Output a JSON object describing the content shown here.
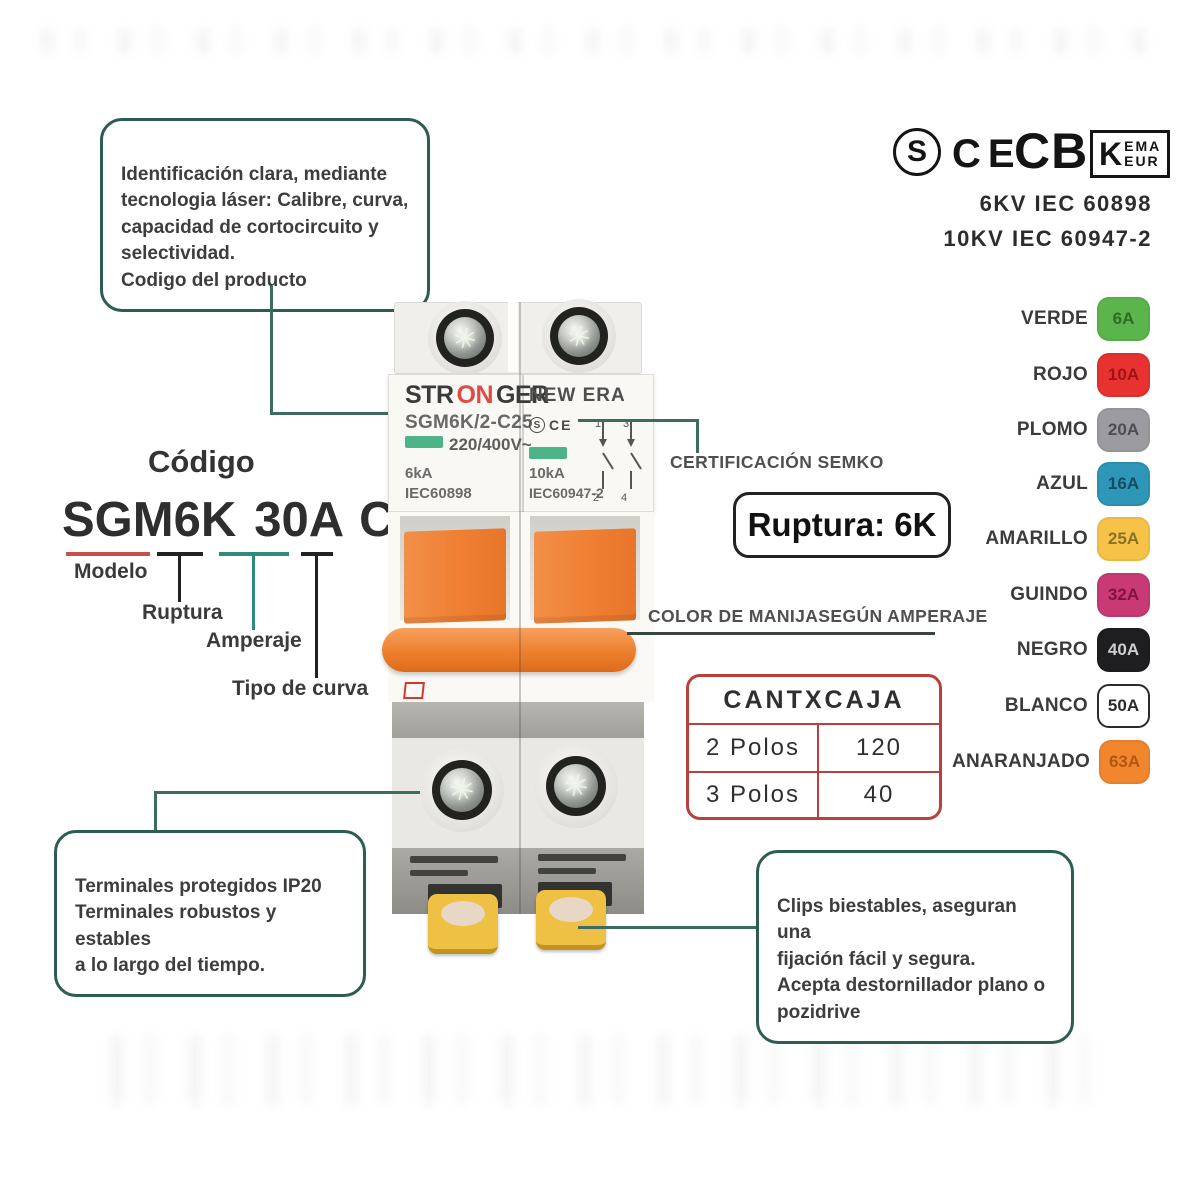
{
  "callouts": {
    "laser": {
      "text": "Identificación clara, mediante\ntecnologia láser: Calibre, curva,\ncapacidad de cortocircuito y\nselectividad.\nCodigo del producto"
    },
    "terminales": {
      "text": "Terminales protegidos IP20\nTerminales robustos y estables\na lo largo del tiempo."
    },
    "clips": {
      "text": "Clips biestables, aseguran una\nfijación fácil y segura.\nAcepta destornillador plano o\npozidrive"
    }
  },
  "certifications": {
    "s_mark": "S",
    "ce_mark": "CE",
    "cb_mark": "CB",
    "kema_k": "K",
    "kema_line1": "EMA",
    "kema_line2": "EUR",
    "standard_1": "6KV IEC 60898",
    "standard_2": "10KV IEC 60947-2"
  },
  "code_section": {
    "title": "Código",
    "part_model": "SGM6K",
    "part_amp": "30A",
    "part_curve": "C",
    "label_modelo": "Modelo",
    "label_ruptura": "Ruptura",
    "label_amperaje": "Amperaje",
    "label_curva": "Tipo de curva",
    "modelo_line_color": "#c94f4c",
    "amperaje_line_color": "#2e8b78"
  },
  "breaker": {
    "brand_part1": "STR",
    "brand_part2": "ON",
    "brand_part3": "GER",
    "brand_right": "NEW ERA",
    "model": "SGM6K/2-C25",
    "voltage": "220/400V~",
    "ka_left": "6kA",
    "std_left": "IEC60898",
    "ka_right": "10kA",
    "std_right": "IEC60947-2",
    "s_mark": "S",
    "ce_mark": "CE",
    "diagram": {
      "n1": "1",
      "n2": "2",
      "n3": "3",
      "n4": "4"
    },
    "handle_color": "#ef8332",
    "clip_color": "#eec043"
  },
  "annotations": {
    "semko": "CERTIFICACIÓN SEMKO",
    "ruptura_box": "Ruptura: 6K",
    "manija": "COLOR DE MANIJASEGÚN AMPERAJE"
  },
  "box_table": {
    "title": "CANTXCAJA",
    "rows": [
      {
        "label": "2 Polos",
        "value": "120"
      },
      {
        "label": "3 Polos",
        "value": "40"
      }
    ]
  },
  "legend": {
    "items": [
      {
        "name": "VERDE",
        "amp": "6A",
        "color": "#5cb44d",
        "text_color": "#2b6e22",
        "border": "rgba(0,0,0,0.05)"
      },
      {
        "name": "ROJO",
        "amp": "10A",
        "color": "#e73230",
        "text_color": "#9c1512",
        "border": "rgba(0,0,0,0.05)"
      },
      {
        "name": "PLOMO",
        "amp": "20A",
        "color": "#9c9ca0",
        "text_color": "#4d4d52",
        "border": "rgba(0,0,0,0.05)"
      },
      {
        "name": "AZUL",
        "amp": "16A",
        "color": "#2e96b6",
        "text_color": "#114d62",
        "border": "rgba(0,0,0,0.05)"
      },
      {
        "name": "AMARILLO",
        "amp": "25A",
        "color": "#f6c348",
        "text_color": "#8a7125",
        "border": "rgba(0,0,0,0.05)"
      },
      {
        "name": "GUINDO",
        "amp": "32A",
        "color": "#c93a74",
        "text_color": "#82123f",
        "border": "rgba(0,0,0,0.05)"
      },
      {
        "name": "NEGRO",
        "amp": "40A",
        "color": "#1e1e20",
        "text_color": "#cfcfcf",
        "border": "rgba(0,0,0,0.05)"
      },
      {
        "name": "BLANCO",
        "amp": "50A",
        "color": "#ffffff",
        "text_color": "#2b2b2b",
        "border": "#2b2b2b"
      },
      {
        "name": "ANARANJADO",
        "amp": "63A",
        "color": "#f1862f",
        "text_color": "#b5560e",
        "border": "rgba(0,0,0,0.05)"
      }
    ]
  },
  "icons": {
    "screw_star": "✳"
  }
}
